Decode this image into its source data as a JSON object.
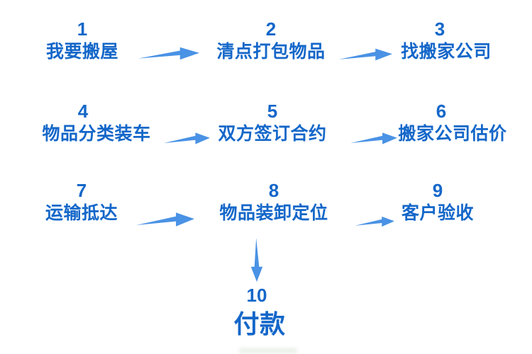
{
  "colors": {
    "step_text": "#1467c9",
    "arrow": "#4a92e5"
  },
  "icons": {
    "arrow_right": "tapered-right-arrow",
    "arrow_down": "tapered-down-arrow"
  },
  "flow": {
    "rows": [
      {
        "steps": [
          {
            "number": "1",
            "label": "我要搬屋"
          },
          {
            "number": "2",
            "label": "清点打包物品"
          },
          {
            "number": "3",
            "label": "找搬家公司"
          }
        ]
      },
      {
        "steps": [
          {
            "number": "4",
            "label": "物品分类装车"
          },
          {
            "number": "5",
            "label": "双方签订合约"
          },
          {
            "number": "6",
            "label": "搬家公司估价"
          }
        ]
      },
      {
        "steps": [
          {
            "number": "7",
            "label": "运输抵达"
          },
          {
            "number": "8",
            "label": "物品装卸定位"
          },
          {
            "number": "9",
            "label": "客户验收"
          }
        ]
      }
    ],
    "final": {
      "number": "10",
      "label": "付款"
    }
  }
}
